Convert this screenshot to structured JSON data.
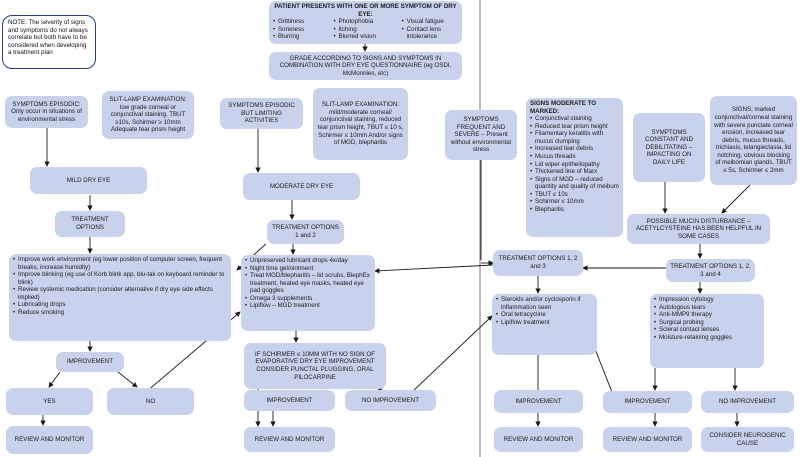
{
  "note": "NOTE: The severity of signs and symptoms do not always correlate but both have to be considered when developing a treatment plan",
  "top": {
    "title": "PATIENT PRESENTS WITH ONE OR MORE SYMPTOM OF DRY EYE:",
    "col1": [
      "Grittiness",
      "Soreness",
      "Blurring"
    ],
    "col2": [
      "Photophobia",
      "Itching",
      "Blurred vision"
    ],
    "col3": [
      "Visual fatigue",
      "Contact lens intolerance"
    ],
    "grade": "GRADE ACCORDING TO SIGNS AND SYMPTOMS IN COMBINATION WITH DRY EYE QUESTIONNAIRE (eg OSDI, McMonnies, etc)"
  },
  "mild": {
    "symptoms": "SYMPTOMS EPISODIC: Only occur in situations of environmental stress",
    "signs": "SLIT-LAMP EXAMINATION: low grade corneal or conjunctival staining, TBUT ≥10s, Schirmer ≥ 10mm Adequate tear prism height",
    "label": "MILD DRY EYE",
    "options": "TREATMENT OPTIONS",
    "treatments": [
      "Improve work environment (eg lower position of computer screen, frequent breaks, increase humidity)",
      "Improve blinking (eg use of Korb blink app, blu-tak on keyboard reminder to blink)",
      "Review systemic medication (consider alternative if dry eye side effects implied)",
      "Lubricating drops",
      "Reduce smoking"
    ],
    "improvement": "IMPROVEMENT",
    "yes": "YES",
    "no": "NO",
    "review": "REVIEW AND MONITOR"
  },
  "moderate": {
    "symptoms": "SYMPTOMS EPISODIC BUT LIMITING ACTIVITIES",
    "signs": "SLIT-LAMP EXAMINATION: mild/moderate corneal/ conjunctival staining, reduced tear prism height, TBUT ≤ 10 s, Schirmer ≤ 10mm And/or signs of MGD, blepharitis",
    "label": "MODERATE DRY EYE",
    "options": "TREATMENT OPTIONS 1 and 2",
    "treatments": [
      "Unpreserved lubricant drops 4x/day",
      "Night time gel/ointment",
      "Treat MGD/blepharitis – lid scrubs, BlephEx treatment, heated eye masks, heated eye pad goggles",
      "Omega 3 supplements",
      "Lipiflow – MGD treatment"
    ],
    "schirmer": "IF SCHIRMER ≤ 10MM WITH NO SIGN OF EVAPORATIVE DRY EYE IMPROVEMENT CONSIDER PUNCTAL PLUGGING, ORAL PILOCARPINE",
    "improvement": "Improvement",
    "no_improvement": "NO IMPROVEMENT",
    "review": "REVIEW AND MONITOR"
  },
  "severe": {
    "symptoms": "SYMPTOMS FREQUENT AND SEVERE – Present without environmental stress",
    "signs_title": "SIGNS MODERATE TO MARKED:",
    "signs": [
      "Conjunctival staining",
      "Reduced tear prism height",
      "Filamentary keratitis with mucus clumping",
      "Increased tear debris",
      "Mucus threads",
      "Lid wiper epitheliopathy",
      "Thickened line of Marx",
      "Signs of MGD – reduced quantity and quality of meibum",
      "TBUT ≤ 10s",
      "Schirmer ≤ 10mm",
      "Blepharitis"
    ],
    "options": "TREATMENT OPTIONS 1, 2 and 3",
    "treatments": [
      "Steroids and/or cyclosporin if inflammation seen",
      "Oral tetracycline",
      "Lipiflow treatment"
    ],
    "improvement": "Improvement",
    "review": "REVIEW AND MONITOR"
  },
  "chronic": {
    "symptoms": "SYMPTOMS CONSTANT AND DEBILITATING – IMPACTING ON DAILY LIFE",
    "signs": "SIGNS; marked conjunctival/corneal staining with severe punctate corneal erosion, increased tear debris, mucus threads, trichiasis, telangiectasia, lid notching, obvious blocking of meibomian glands, TBUT ≤ 5s, Schirmer ≤ 2mm",
    "mucin": "POSSIBLE MUCIN DISTURBANCE – ACETYLCYSTEINE HAS BEEN HELPFUL IN SOME CASES",
    "options": "TREATMENT OPTIONS 1, 2, 3 and 4",
    "treatments": [
      "Impression cytology",
      "Autologous tears",
      "Anti-MMP9 therapy",
      "Surgical probing",
      "Scleral contact lenses",
      "Moisture-retaining goggles"
    ],
    "improvement": "Improvement",
    "no_improvement": "NO IMPROVEMENT",
    "review": "REVIEW AND MONITOR",
    "neuro": "CONSIDER NEUROGENIC CAUSE"
  },
  "colors": {
    "box": "#c9d2ec",
    "line": "#1a1a1a",
    "note_border": "#2a3e8f"
  }
}
